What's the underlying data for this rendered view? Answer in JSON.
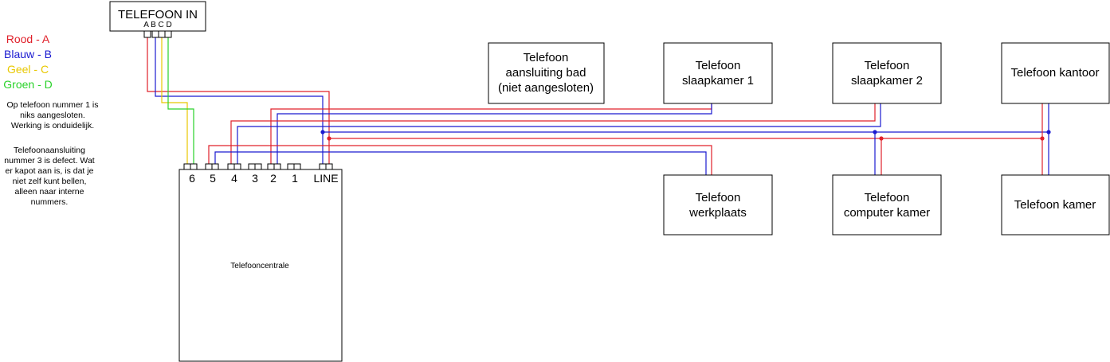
{
  "colors": {
    "red": "#e0202a",
    "blue": "#1a1ad0",
    "yellow": "#e8c800",
    "green": "#2ad22a"
  },
  "telefoon_in": {
    "title": "TELEFOON IN",
    "pins": "A B C D"
  },
  "legend": [
    {
      "text": "Rood - A",
      "color": "#e0202a"
    },
    {
      "text": "Blauw - B",
      "color": "#1a1ad0"
    },
    {
      "text": "Geel - C",
      "color": "#e8c800"
    },
    {
      "text": "Groen - D",
      "color": "#2ad22a"
    }
  ],
  "notes": {
    "note1": [
      "Op telefoon nummer 1 is",
      "niks aangesloten.",
      "Werking is onduidelijk."
    ],
    "note2": [
      "Telefoonaansluiting",
      "nummer 3 is defect. Wat",
      "er kapot aan is, is dat je",
      "niet zelf kunt bellen,",
      "alleen naar interne",
      "nummers."
    ]
  },
  "centrale": {
    "label": "Telefooncentrale",
    "ports": [
      "6",
      "5",
      "4",
      "3",
      "2",
      "1",
      "LINE"
    ]
  },
  "phones": {
    "bad": [
      "Telefoon",
      "aansluiting bad",
      "(niet aangesloten)"
    ],
    "slaapkamer1": [
      "Telefoon",
      "slaapkamer 1"
    ],
    "slaapkamer2": [
      "Telefoon",
      "slaapkamer 2"
    ],
    "kantoor": [
      "Telefoon kantoor"
    ],
    "werkplaats": [
      "Telefoon",
      "werkplaats"
    ],
    "computer": [
      "Telefoon",
      "computer kamer"
    ],
    "kamer": [
      "Telefoon kamer"
    ]
  }
}
